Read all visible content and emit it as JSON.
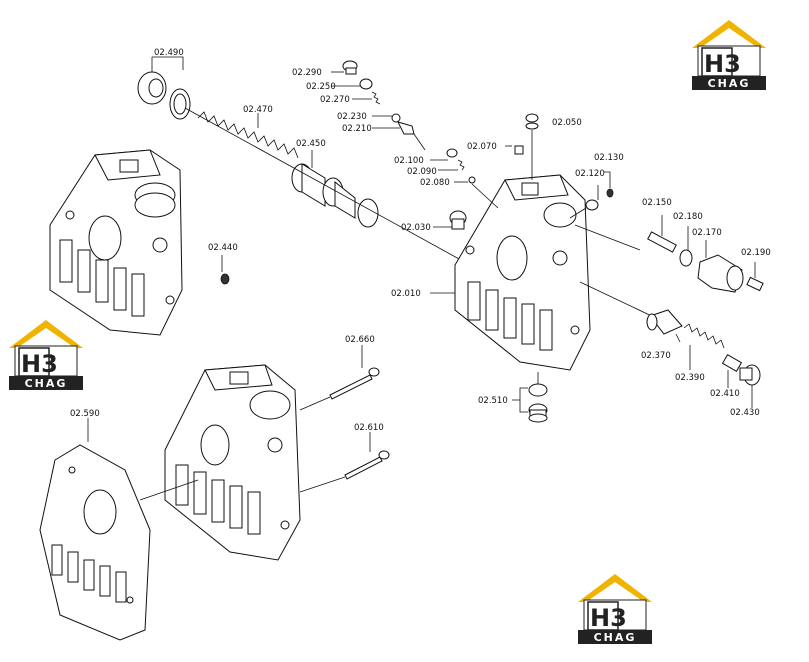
{
  "logo": {
    "mark": "H3",
    "text": "CHAG",
    "colors": {
      "roof": "#f0b400",
      "dark": "#222222",
      "light": "#ffffff"
    }
  },
  "labels": [
    {
      "id": "02.490",
      "text": "02.490"
    },
    {
      "id": "02.470",
      "text": "02.470"
    },
    {
      "id": "02.450",
      "text": "02.450"
    },
    {
      "id": "02.440",
      "text": "02.440"
    },
    {
      "id": "02.290",
      "text": "02.290"
    },
    {
      "id": "02.250",
      "text": "02.250"
    },
    {
      "id": "02.270",
      "text": "02.270"
    },
    {
      "id": "02.230",
      "text": "02.230"
    },
    {
      "id": "02.210",
      "text": "02.210"
    },
    {
      "id": "02.070",
      "text": "02.070"
    },
    {
      "id": "02.050",
      "text": "02.050"
    },
    {
      "id": "02.100",
      "text": "02.100"
    },
    {
      "id": "02.090",
      "text": "02.090"
    },
    {
      "id": "02.080",
      "text": "02.080"
    },
    {
      "id": "02.130",
      "text": "02.130"
    },
    {
      "id": "02.120",
      "text": "02.120"
    },
    {
      "id": "02.150",
      "text": "02.150"
    },
    {
      "id": "02.180",
      "text": "02.180"
    },
    {
      "id": "02.170",
      "text": "02.170"
    },
    {
      "id": "02.190",
      "text": "02.190"
    },
    {
      "id": "02.030",
      "text": "02.030"
    },
    {
      "id": "02.010",
      "text": "02.010"
    },
    {
      "id": "02.370",
      "text": "02.370"
    },
    {
      "id": "02.390",
      "text": "02.390"
    },
    {
      "id": "02.410",
      "text": "02.410"
    },
    {
      "id": "02.430",
      "text": "02.430"
    },
    {
      "id": "02.510",
      "text": "02.510"
    },
    {
      "id": "02.660",
      "text": "02.660"
    },
    {
      "id": "02.610",
      "text": "02.610"
    },
    {
      "id": "02.590",
      "text": "02.590"
    }
  ]
}
